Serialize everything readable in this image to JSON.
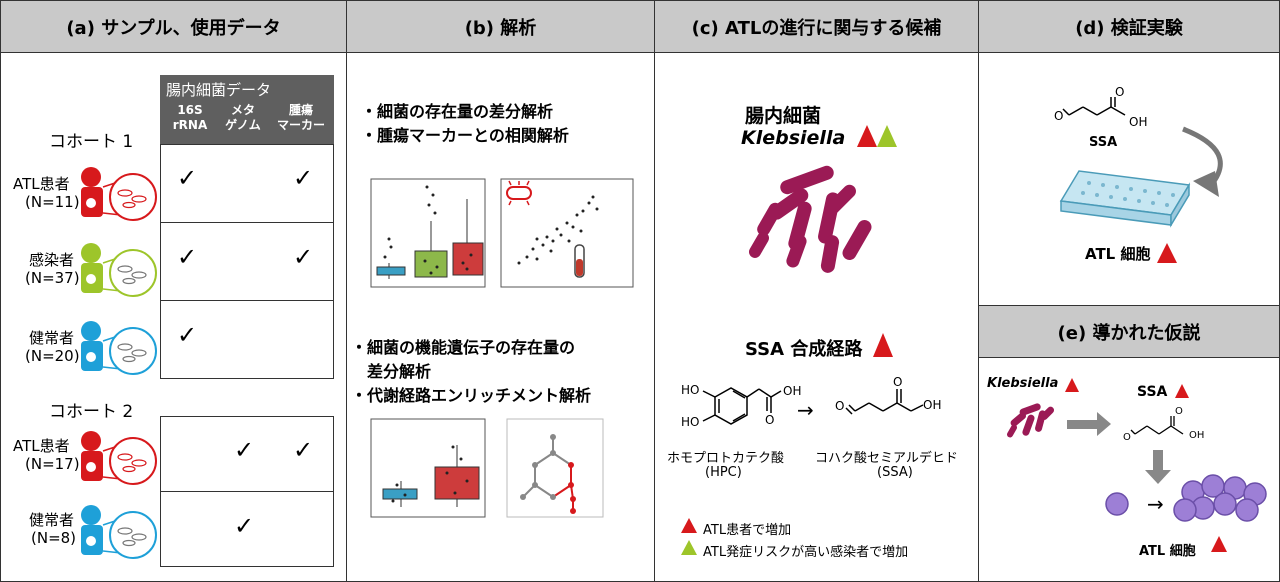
{
  "panels": {
    "a": {
      "title": "(a) サンプル、使用データ"
    },
    "b": {
      "title": "(b) 解析"
    },
    "c": {
      "title": "(c) ATLの進行に関与する候補"
    },
    "d": {
      "title": "(d) 検証実験"
    },
    "e": {
      "title": "(e) 導かれた仮説"
    }
  },
  "table": {
    "group_header": "腸内細菌データ",
    "columns": [
      "16S\nrRNA",
      "メタ\nゲノム",
      "腫瘍\nマーカー"
    ],
    "check_mark": "✓",
    "cohorts": [
      {
        "label": "コホート 1",
        "rows": [
          {
            "name": "ATL患者",
            "n": "(N=11)",
            "color": "#d7191c",
            "checks": [
              true,
              false,
              true
            ]
          },
          {
            "name": "感染者",
            "n": "(N=37)",
            "color": "#9dc52a",
            "checks": [
              true,
              false,
              true
            ]
          },
          {
            "name": "健常者",
            "n": "(N=20)",
            "color": "#1ea0d8",
            "checks": [
              true,
              false,
              false
            ]
          }
        ]
      },
      {
        "label": "コホート 2",
        "rows": [
          {
            "name": "ATL患者",
            "n": "(N=17)",
            "color": "#d7191c",
            "checks": [
              false,
              true,
              true
            ]
          },
          {
            "name": "健常者",
            "n": "(N=8)",
            "color": "#1ea0d8",
            "checks": [
              false,
              true,
              false
            ]
          }
        ]
      }
    ]
  },
  "analysis": {
    "block1": [
      "・細菌の存在量の差分解析",
      "・腫瘍マーカーとの相関解析"
    ],
    "block2": [
      "・細菌の機能遺伝子の存在量の",
      "　差分解析",
      "・代謝経路エンリッチメント解析"
    ]
  },
  "candidates": {
    "bacteria_title": "腸内細菌",
    "bacteria_name": "Klebsiella",
    "pathway": "SSA 合成経路",
    "hpc_name": "ホモプロトカテク酸",
    "hpc_abbr": "(HPC)",
    "ssa_name": "コハク酸セミアルデヒド",
    "ssa_abbr": "(SSA)",
    "arrow": "→",
    "chem_labels": {
      "ho1": "HO",
      "ho2": "HO",
      "oh1": "OH",
      "oh2": "OH",
      "o1": "O",
      "o2": "O",
      "o3": "O"
    },
    "legend": [
      {
        "text": "ATL患者で増加",
        "color": "#d7191c"
      },
      {
        "text": "ATL発症リスクが高い感染者で増加",
        "color": "#9dc52a"
      }
    ]
  },
  "validation": {
    "ssa": "SSA",
    "cells": "ATL 細胞",
    "chem_labels": {
      "oh": "OH",
      "o1": "O",
      "o2": "O"
    }
  },
  "hypothesis": {
    "bacteria": "Klebsiella",
    "ssa": "SSA",
    "cells": "ATL 細胞",
    "arrow": "→",
    "chem_labels": {
      "oh": "OH",
      "o1": "O",
      "o2": "O"
    }
  },
  "colors": {
    "red": "#d7191c",
    "green": "#9dc52a",
    "blue": "#1ea0d8",
    "bacteria": "#9b1a55",
    "cell": "#9d7fd6",
    "header": "#c9c9c9"
  }
}
